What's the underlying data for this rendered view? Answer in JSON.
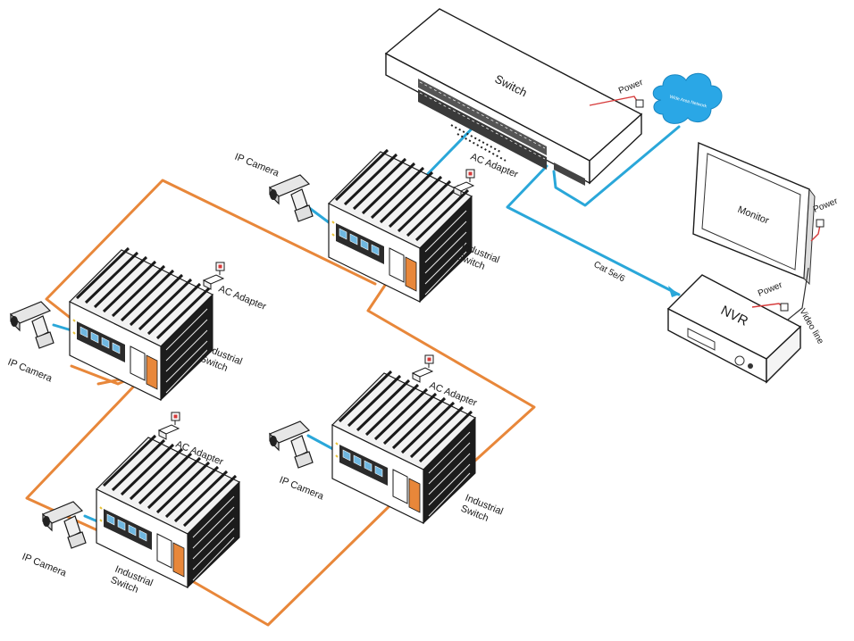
{
  "nodes": {
    "core_switch": {
      "label": "Switch"
    },
    "wan": {
      "label": "Wide Area Network"
    },
    "monitor": {
      "label": "Monitor"
    },
    "nvr": {
      "label": "NVR"
    },
    "industrial_switch_label": "Industrial\nSwitch",
    "ip_camera_label": "IP Camera",
    "ac_adapter_label": "AC Adapter",
    "power_label": "Power"
  },
  "edges": {
    "cat_label": "Cat 5e/6",
    "video_label": "Video line"
  },
  "colors": {
    "fiber": "#e8873a",
    "copper": "#2aa7d9",
    "power": "#d63a3a",
    "cloud": "#2aa7e6",
    "device_dark": "#1c1c1c"
  }
}
